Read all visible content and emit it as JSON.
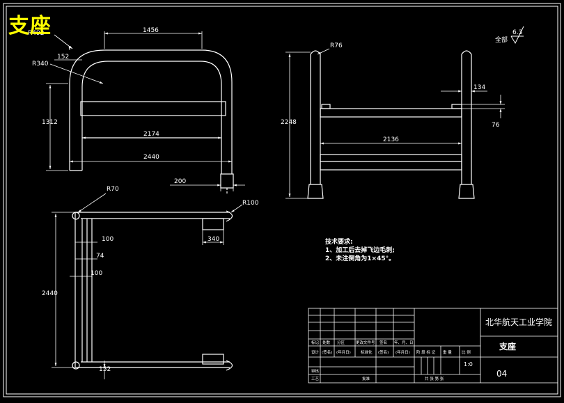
{
  "title": "支座",
  "colors": {
    "background": "#000000",
    "lines": "#ffffff",
    "title": "#ffff00"
  },
  "front_view": {
    "dims": {
      "top_width": "1456",
      "radius_outer": "R492",
      "offset": "152",
      "radius_inner": "R340",
      "height": "1312",
      "inner_width": "2174",
      "overall_width": "2440",
      "foot": "200"
    }
  },
  "side_view": {
    "dims": {
      "radius_top": "R76",
      "height": "2248",
      "depth": "2136",
      "tab_width": "134",
      "tab_height": "76"
    }
  },
  "top_view": {
    "dims": {
      "radius_corner": "R70",
      "radius_end": "R100",
      "pad_width": "340",
      "offset_a": "100",
      "offset_b": "74",
      "offset_c": "100",
      "length": "2440",
      "bottom_offset": "152"
    }
  },
  "surface_finish": {
    "label": "全部",
    "value": "6.3"
  },
  "notes": {
    "heading": "技术要求:",
    "line1": "1、加工后去掉飞边毛刺;",
    "line2": "2、未注倒角为1×45°。"
  },
  "title_block": {
    "school": "北华航天工业学院",
    "part_name": "支座",
    "drawing_no": "04",
    "scale": "1:0",
    "headers": [
      "标记",
      "处数",
      "分区",
      "更改文件号",
      "签名",
      "年、月、日"
    ],
    "row_design": [
      "设计",
      "(签名)",
      "(年月日)",
      "标准化",
      "(签名)",
      "(年月日)"
    ],
    "row_review": "审核",
    "row_process": "工艺",
    "row_approve": "批准",
    "stage_label": "阶 段 标 记",
    "weight_label": "重 量",
    "ratio_label": "比 例",
    "sheet_label": "共 张  第 张"
  }
}
